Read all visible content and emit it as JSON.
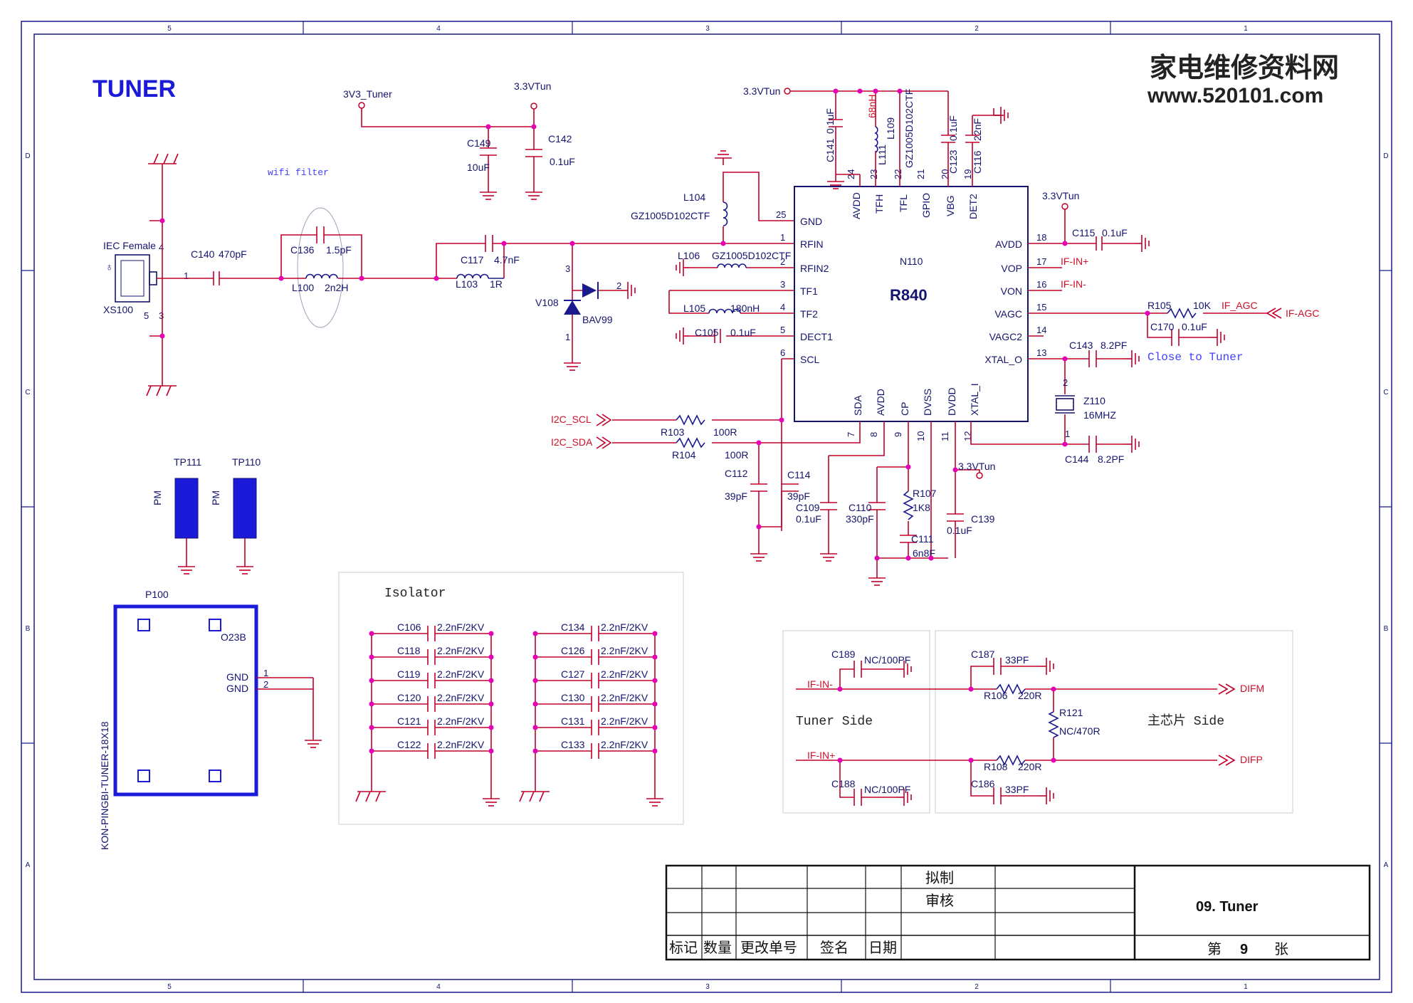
{
  "title": "TUNER",
  "watermark": {
    "name": "家电维修资料网",
    "url": "www.520101.com"
  },
  "border": {
    "cols": [
      "5",
      "4",
      "3",
      "2",
      "1"
    ],
    "rows": [
      "D",
      "C",
      "B",
      "A"
    ]
  },
  "ic": {
    "ref": "N110",
    "part": "R840",
    "left_pins": [
      {
        "n": "25",
        "name": "GND"
      },
      {
        "n": "1",
        "name": "RFIN"
      },
      {
        "n": "2",
        "name": "RFIN2"
      },
      {
        "n": "3",
        "name": "TF1"
      },
      {
        "n": "4",
        "name": "TF2"
      },
      {
        "n": "5",
        "name": "DECT1"
      },
      {
        "n": "6",
        "name": "SCL"
      }
    ],
    "right_pins": [
      {
        "n": "18",
        "name": "AVDD"
      },
      {
        "n": "17",
        "name": "VOP"
      },
      {
        "n": "16",
        "name": "VON"
      },
      {
        "n": "15",
        "name": "VAGC"
      },
      {
        "n": "14",
        "name": "VAGC2"
      },
      {
        "n": "13",
        "name": "XTAL_O"
      }
    ],
    "top_pins": [
      {
        "n": "24",
        "name": "AVDD"
      },
      {
        "n": "23",
        "name": "TFH"
      },
      {
        "n": "22",
        "name": "TFL"
      },
      {
        "n": "21",
        "name": "GPIO"
      },
      {
        "n": "20",
        "name": "VBG"
      },
      {
        "n": "19",
        "name": "DET2"
      }
    ],
    "bottom_pins": [
      {
        "n": "7",
        "name": "SDA"
      },
      {
        "n": "8",
        "name": "AVDD"
      },
      {
        "n": "9",
        "name": "CP"
      },
      {
        "n": "10",
        "name": "DVSS"
      },
      {
        "n": "11",
        "name": "DVDD"
      },
      {
        "n": "12",
        "name": "XTAL_I"
      }
    ]
  },
  "nets": {
    "v3v3_tuner": "3V3_Tuner",
    "v33": "3.3VTun",
    "i2c_scl": "I2C_SCL",
    "i2c_sda": "I2C_SDA",
    "if_in_p": "IF-IN+",
    "if_in_n": "IF-IN-",
    "if_agc": "IF_AGC",
    "if_agc_port": "IF-AGC",
    "difm": "DIFM",
    "difp": "DIFP"
  },
  "notes": {
    "wifi_filter": "wifi filter",
    "close_to_tuner": "Close to Tuner",
    "isolator": "Isolator",
    "tuner_side": "Tuner Side",
    "chip_side": "主芯片 Side"
  },
  "connector": {
    "ref": "XS100",
    "type": "IEC Female",
    "pins": [
      "1",
      "4",
      "5",
      "3"
    ]
  },
  "parts": {
    "C140": "C140",
    "C140_val": "470pF",
    "C136": "C136",
    "C136_val": "1.5pF",
    "L100": "L100",
    "L100_val": "2n2H",
    "C117": "C117",
    "C117_val": "4.7nF",
    "L103": "L103",
    "L103_val": "1R",
    "C149": "C149",
    "C149_val": "10uF",
    "C142": "C142",
    "C142_val": "0.1uF",
    "L104": "L104",
    "L104_val": "GZ1005D102CTF",
    "V108": "V108",
    "V108_val": "BAV99",
    "L106": "L106",
    "L106_val": "GZ1005D102CTF",
    "L105": "L105",
    "L105_val": "180nH",
    "C105": "C105",
    "C105_val": "0.1uF",
    "C141": "C141",
    "C141_val": "0.1uF",
    "L111": "L111",
    "L111_val": "68nH",
    "L109": "L109",
    "L109_val": "GZ1005D102CTF",
    "C123": "C123",
    "C123_val": "0.1uF",
    "C116": "C116",
    "C116_val": "22nF",
    "C115": "C115",
    "C115_val": "0.1uF",
    "R105": "R105",
    "R105_val": "10K",
    "C170": "C170",
    "C170_val": "0.1uF",
    "C143": "C143",
    "C143_val": "8.2PF",
    "Z110": "Z110",
    "Z110_val": "16MHZ",
    "C144": "C144",
    "C144_val": "8.2PF",
    "R103": "R103",
    "R103_val": "100R",
    "R104": "R104",
    "R104_val": "100R",
    "C112": "C112",
    "C112_val": "39pF",
    "C114": "C114",
    "C114_val": "39pF",
    "C109": "C109",
    "C109_val": "0.1uF",
    "C110": "C110",
    "C110_val": "330pF",
    "R107": "R107",
    "R107_val": "1K8",
    "C111": "C111",
    "C111_val": "6n8F",
    "C139": "C139",
    "C139_val": "0.1uF",
    "C189": "C189",
    "C189_val": "NC/100PF",
    "C188": "C188",
    "C188_val": "NC/100PF",
    "C187": "C187",
    "C187_val": "33PF",
    "C186": "C186",
    "C186_val": "33PF",
    "R106": "R106",
    "R106_val": "220R",
    "R108": "R108",
    "R108_val": "220R",
    "R121": "R121",
    "R121_val": "NC/470R"
  },
  "pad_labels": [
    "1",
    "2",
    "3"
  ],
  "testpoints": [
    {
      "ref": "TP111",
      "label": "PM"
    },
    {
      "ref": "TP110",
      "label": "PM"
    }
  ],
  "shield": {
    "ref": "P100",
    "code": "O23B",
    "part": "KON-PINGBI-TUNER-18X18",
    "pins": [
      {
        "n": "1",
        "name": "GND"
      },
      {
        "n": "2",
        "name": "GND"
      }
    ]
  },
  "isolator_left": [
    {
      "ref": "C106",
      "val": "2.2nF/2KV"
    },
    {
      "ref": "C118",
      "val": "2.2nF/2KV"
    },
    {
      "ref": "C119",
      "val": "2.2nF/2KV"
    },
    {
      "ref": "C120",
      "val": "2.2nF/2KV"
    },
    {
      "ref": "C121",
      "val": "2.2nF/2KV"
    },
    {
      "ref": "C122",
      "val": "2.2nF/2KV"
    }
  ],
  "isolator_right": [
    {
      "ref": "C134",
      "val": "2.2nF/2KV"
    },
    {
      "ref": "C126",
      "val": "2.2nF/2KV"
    },
    {
      "ref": "C127",
      "val": "2.2nF/2KV"
    },
    {
      "ref": "C130",
      "val": "2.2nF/2KV"
    },
    {
      "ref": "C131",
      "val": "2.2nF/2KV"
    },
    {
      "ref": "C133",
      "val": "2.2nF/2KV"
    }
  ],
  "title_block": {
    "drafted": "拟制",
    "reviewed": "审核",
    "headers": [
      "标记",
      "数量",
      "更改单号",
      "签名",
      "日期"
    ],
    "sheet_title": "09. Tuner",
    "page_prefix": "第",
    "page_no": "9",
    "page_suffix": "张"
  },
  "colors": {
    "wire": "#c0002a",
    "ink": "#14146e",
    "junction": "#e800b4",
    "title": "#1a1ad8",
    "part_value": "#d0102a"
  }
}
